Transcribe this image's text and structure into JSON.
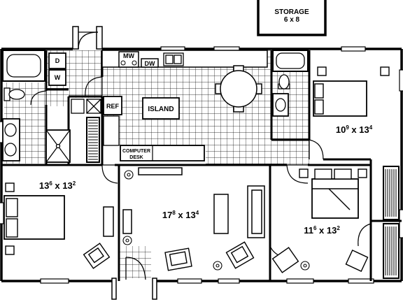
{
  "storage": {
    "label": "STORAGE",
    "size": "6 x 8"
  },
  "appliances": {
    "dryer": "D",
    "washer": "W",
    "microwave": "MW",
    "dishwasher": "DW",
    "refrigerator": "REF"
  },
  "kitchen": {
    "island": "ISLAND",
    "desk_line1": "COMPUTER",
    "desk_line2": "DESK"
  },
  "rooms": {
    "bedroom_top_right": {
      "w_main": "10",
      "w_sup": "9",
      "sep": " x 13",
      "h_sup": "4"
    },
    "bedroom_left": {
      "w_main": "13",
      "w_sup": "6",
      "sep": " x 13",
      "h_sup": "2"
    },
    "living": {
      "w_main": "17",
      "w_sup": "8",
      "sep": " x 13",
      "h_sup": "4"
    },
    "bedroom_right": {
      "w_main": "11",
      "w_sup": "6",
      "sep": " x 13",
      "h_sup": "2"
    }
  }
}
